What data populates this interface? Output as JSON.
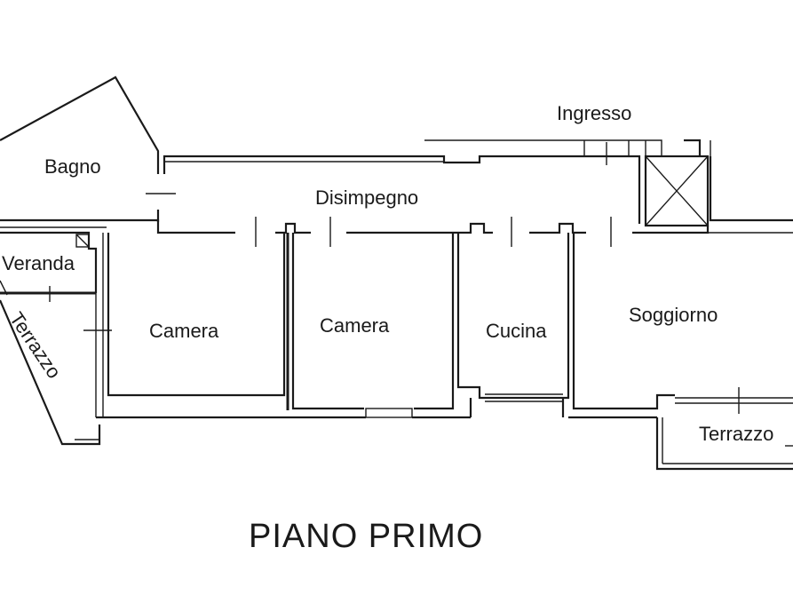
{
  "rooms": {
    "bagno": "Bagno",
    "ingresso": "Ingresso",
    "disimpegno": "Disimpegno",
    "veranda": "Veranda",
    "terrazzo_left": "Terrazzo",
    "camera_1": "Camera",
    "camera_2": "Camera",
    "cucina": "Cucina",
    "soggiorno": "Soggiorno",
    "terrazzo_right": "Terrazzo"
  },
  "plan_title": "PIANO PRIMO"
}
